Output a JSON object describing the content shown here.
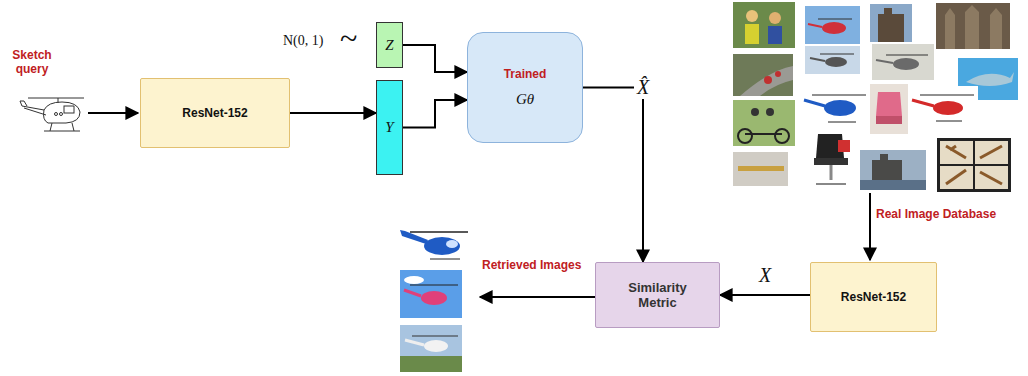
{
  "diagram": {
    "nodes": [
      {
        "text": [
          "ResNet-152"
        ]
      },
      {
        "text": [
          "Z"
        ]
      },
      {
        "text": [
          "Y"
        ]
      },
      {
        "text": [
          "Trained",
          "Gθ"
        ]
      },
      {
        "text": [
          "Similarity Metric"
        ]
      },
      {
        "text": [
          "ResNet-152"
        ]
      }
    ],
    "edges": [
      {
        "from": 0,
        "to": 2,
        "arrow": "to"
      },
      {
        "from": 1,
        "to": 3,
        "arrow": "to"
      },
      {
        "from": 2,
        "to": 3,
        "arrow": "to"
      },
      {
        "from": 3,
        "to": 4,
        "label": "X̂",
        "arrow": "to"
      },
      {
        "from": 5,
        "to": 4,
        "label": "X",
        "arrow": "to"
      }
    ],
    "labels": [
      "Sketch query",
      "N(0, 1)",
      "~",
      "Real Image Database",
      "Retrieved Images"
    ]
  }
}
